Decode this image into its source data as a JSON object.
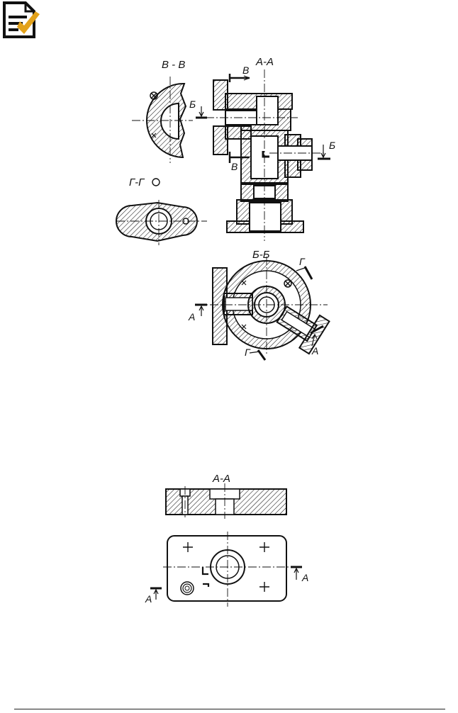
{
  "header": {
    "icon": "document-check-icon"
  },
  "drawing1": {
    "labels": {
      "section_vv": "В - В",
      "section_aa": "А-А",
      "section_gg": "Г-Г",
      "section_bb": "Б-Б",
      "cut_v_top": "В",
      "cut_v_bottom": "В",
      "cut_b_left": "Б",
      "cut_b_right": "Б",
      "cut_g_top": "Г",
      "cut_g_bottom": "Г",
      "cut_a_left": "А",
      "cut_a_right": "А"
    }
  },
  "drawing2": {
    "labels": {
      "section_aa": "А-А",
      "cut_a_left": "А",
      "cut_a_right": "А"
    }
  },
  "colors": {
    "ink": "#111111",
    "accent": "#e3a21a"
  }
}
